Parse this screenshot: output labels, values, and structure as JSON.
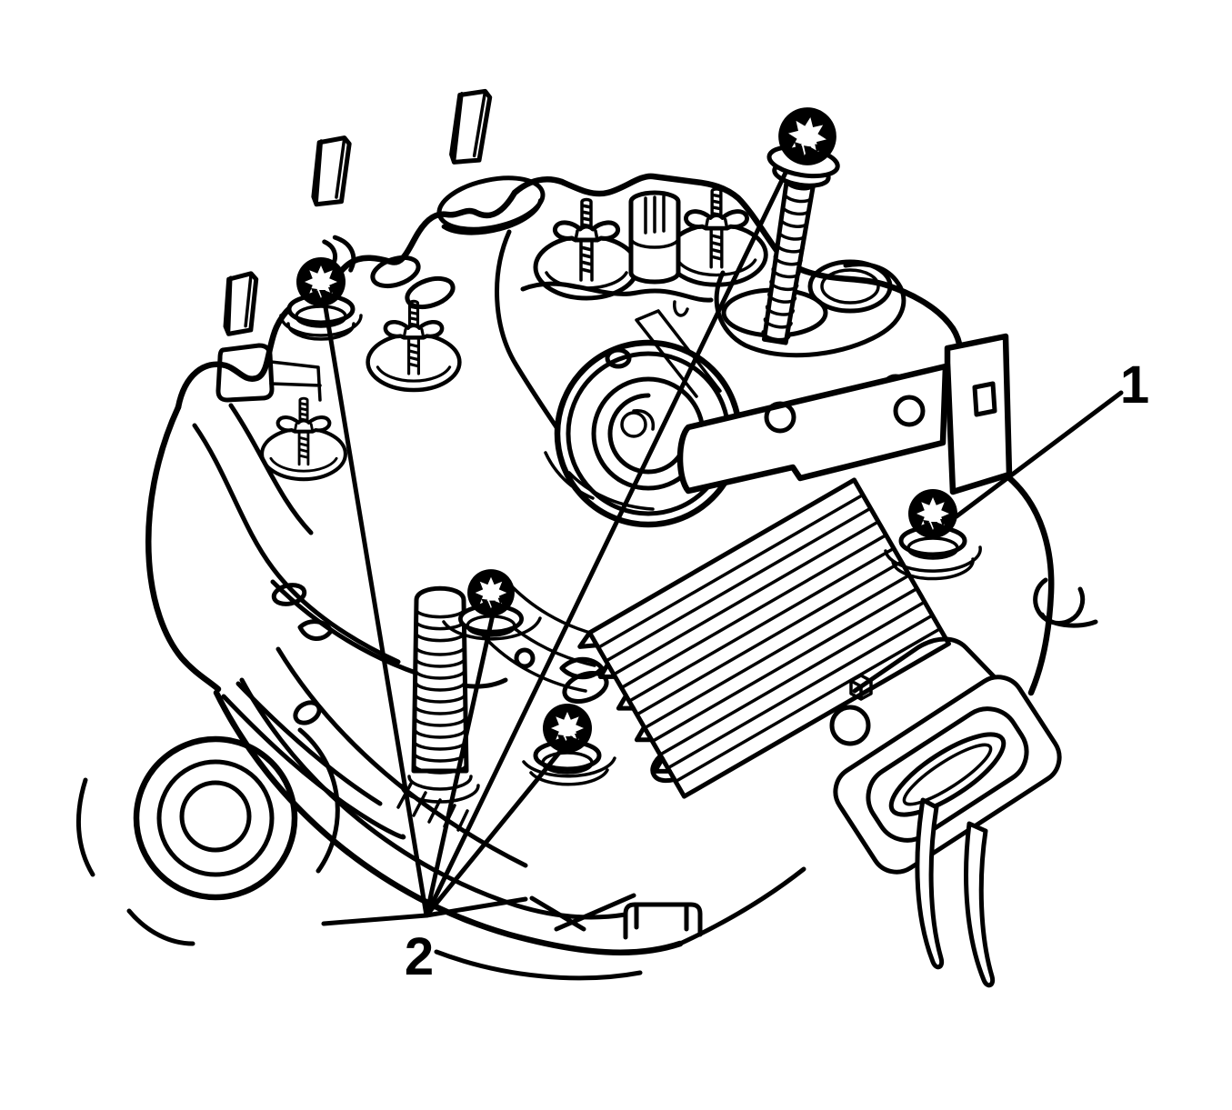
{
  "figure": {
    "background_color": "#ffffff",
    "line_color": "#000000",
    "style": "black-on-white technical line illustration"
  },
  "callouts": {
    "one": {
      "label": "1"
    },
    "two": {
      "label": "2"
    }
  }
}
